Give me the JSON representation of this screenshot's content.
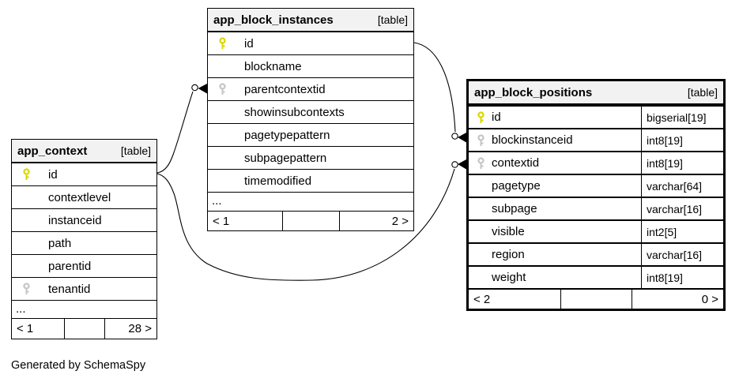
{
  "caption": "Generated by SchemaSpy",
  "colors": {
    "primary_key": "#d8d800",
    "foreign_key": "#c6c6c6",
    "header_bg": "#f2f2f2",
    "border": "#000000"
  },
  "tables": {
    "app_context": {
      "name": "app_context",
      "badge": "[table]",
      "columns": [
        {
          "name": "id",
          "key": "primary"
        },
        {
          "name": "contextlevel"
        },
        {
          "name": "instanceid"
        },
        {
          "name": "path"
        },
        {
          "name": "parentid"
        },
        {
          "name": "tenantid",
          "key": "foreign"
        }
      ],
      "ellipsis": "...",
      "footer": {
        "left": "< 1",
        "mid": "",
        "right": "28 >"
      }
    },
    "app_block_instances": {
      "name": "app_block_instances",
      "badge": "[table]",
      "columns": [
        {
          "name": "id",
          "key": "primary"
        },
        {
          "name": "blockname"
        },
        {
          "name": "parentcontextid",
          "key": "foreign"
        },
        {
          "name": "showinsubcontexts"
        },
        {
          "name": "pagetypepattern"
        },
        {
          "name": "subpagepattern"
        },
        {
          "name": "timemodified"
        }
      ],
      "ellipsis": "...",
      "footer": {
        "left": "< 1",
        "mid": "",
        "right": "2 >"
      }
    },
    "app_block_positions": {
      "name": "app_block_positions",
      "badge": "[table]",
      "columns": [
        {
          "name": "id",
          "type": "bigserial[19]",
          "key": "primary"
        },
        {
          "name": "blockinstanceid",
          "type": "int8[19]",
          "key": "foreign"
        },
        {
          "name": "contextid",
          "type": "int8[19]",
          "key": "foreign"
        },
        {
          "name": "pagetype",
          "type": "varchar[64]"
        },
        {
          "name": "subpage",
          "type": "varchar[16]"
        },
        {
          "name": "visible",
          "type": "int2[5]"
        },
        {
          "name": "region",
          "type": "varchar[16]"
        },
        {
          "name": "weight",
          "type": "int8[19]"
        }
      ],
      "footer": {
        "left": "< 2",
        "mid": "",
        "right": "0 >"
      }
    }
  },
  "relationships": [
    {
      "from": "app_context.id",
      "to": "app_block_instances.parentcontextid"
    },
    {
      "from": "app_context.id",
      "to": "app_block_positions.contextid"
    },
    {
      "from": "app_block_instances.id",
      "to": "app_block_positions.blockinstanceid"
    }
  ]
}
